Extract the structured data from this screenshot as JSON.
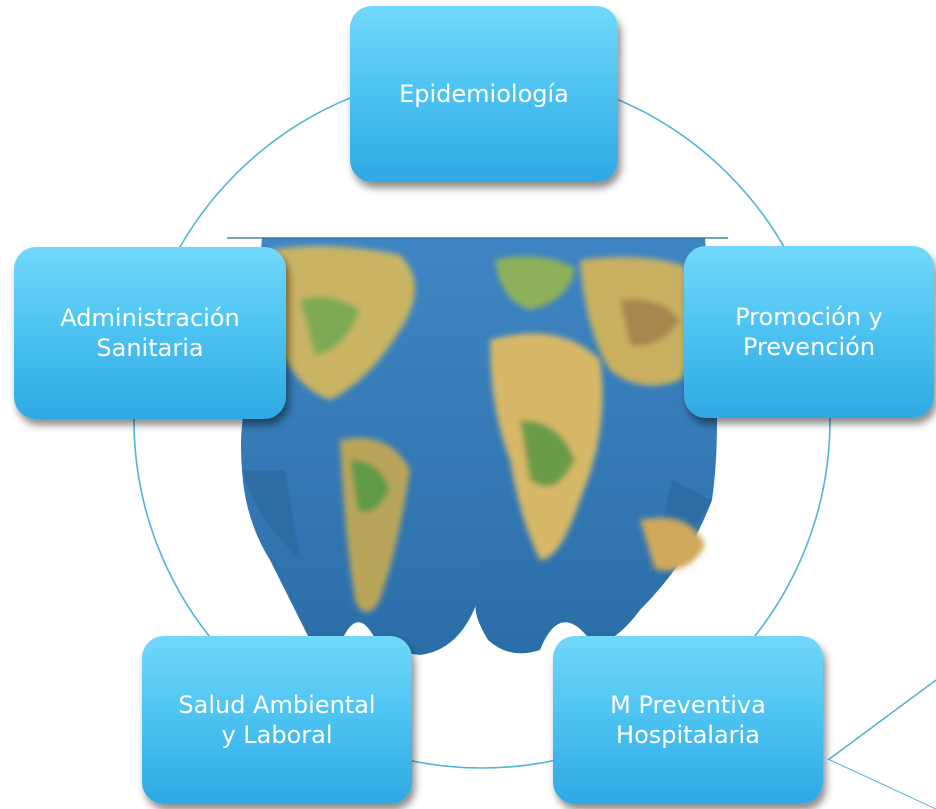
{
  "diagram": {
    "nodes": [
      {
        "label": "Epidemiología"
      },
      {
        "label": "Administración\nSanitaria"
      },
      {
        "label": "Promoción y\nPrevención"
      },
      {
        "label": "Salud Ambiental\ny Laboral"
      },
      {
        "label": "M Preventiva\nHospitalaria"
      }
    ],
    "colors": {
      "node_fill_top": "#71d8fa",
      "node_fill_bottom": "#2fa8e3",
      "node_text": "#ffffff",
      "ring": "#52b4d8",
      "ocean": "#3b86c6",
      "land": "#d8c06a"
    },
    "center_image": "hands-world-map"
  }
}
